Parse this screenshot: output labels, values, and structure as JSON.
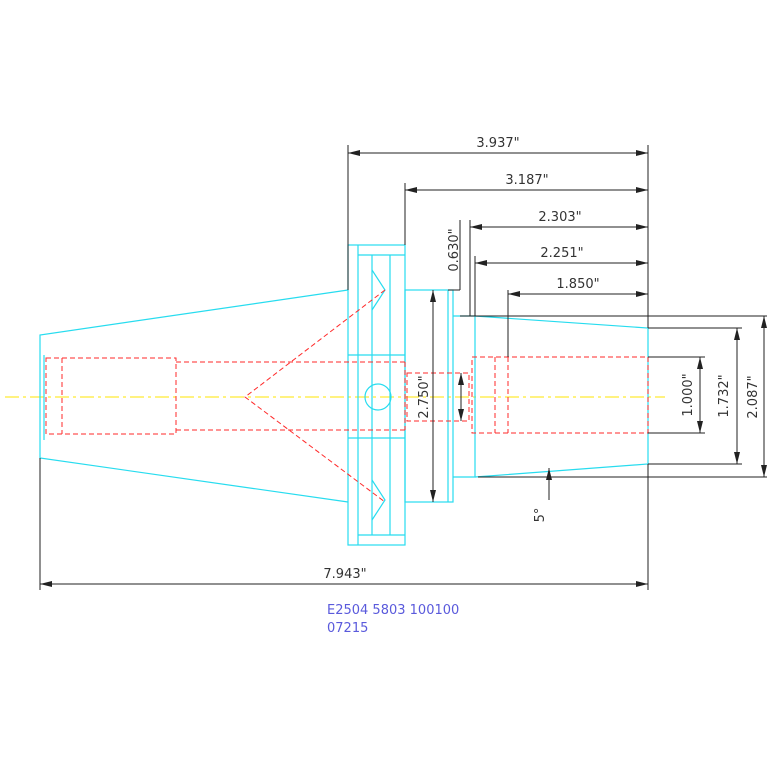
{
  "dimensions": {
    "overall_length": "7.943\"",
    "flange_to_end": "3.937\"",
    "groove_to_end": "3.187\"",
    "shoulder_to_end": "2.303\"",
    "bore_step_to_end": "2.251\"",
    "nose_length": "1.850\"",
    "flange_width": "0.630\"",
    "shank_diameter": "2.750\"",
    "bore_diameter": "1.000\"",
    "nose_diameter": "1.732\"",
    "outer_diameter": "2.087\"",
    "taper_angle": "5°"
  },
  "notes": {
    "part_line1": "E2504  5803  100100",
    "part_line2": "07215"
  },
  "colors": {
    "body": "#27dcef",
    "hidden": "#ff2a2a",
    "centerline": "#ffe600",
    "dimension": "#222222",
    "note": "#5a5adc"
  }
}
